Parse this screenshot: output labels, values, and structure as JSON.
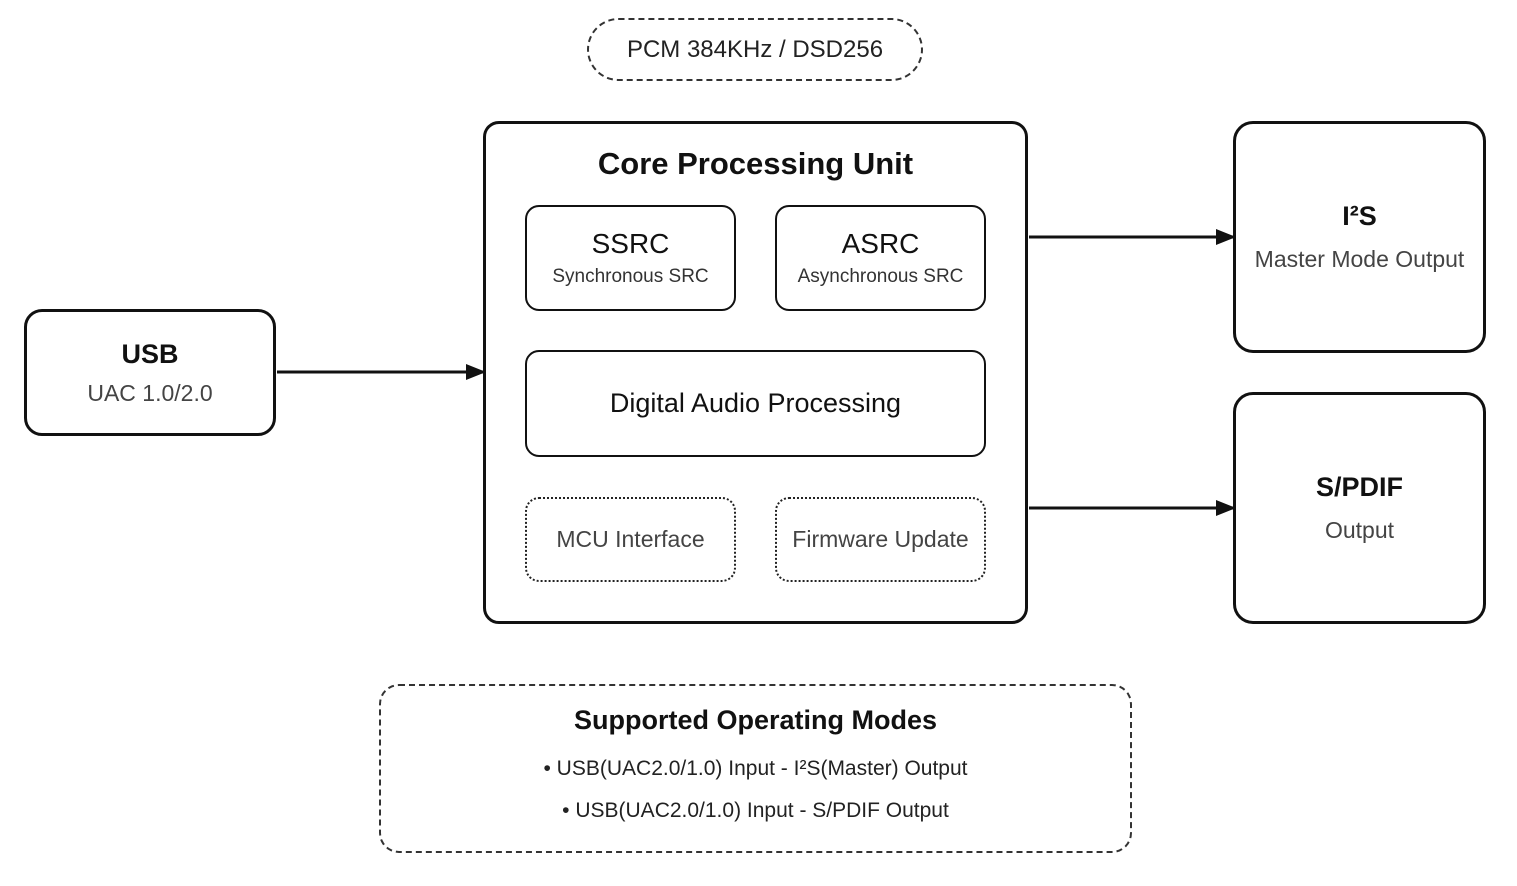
{
  "frequency_badge": "PCM 384KHz / DSD256",
  "usb": {
    "title": "USB",
    "subtitle": "UAC 1.0/2.0"
  },
  "core": {
    "title": "Core Processing Unit",
    "ssrc": {
      "title": "SSRC",
      "subtitle": "Synchronous SRC"
    },
    "asrc": {
      "title": "ASRC",
      "subtitle": "Asynchronous SRC"
    },
    "dap": {
      "label": "Digital Audio Processing"
    },
    "mcu": {
      "label": "MCU Interface"
    },
    "firmware": {
      "label": "Firmware Update"
    }
  },
  "outputs": {
    "i2s": {
      "title": "I²S",
      "subtitle": "Master Mode Output"
    },
    "spdif": {
      "title": "S/PDIF",
      "subtitle": "Output"
    }
  },
  "modes": {
    "title": "Supported Operating Modes",
    "items": [
      "• USB(UAC2.0/1.0) Input - I²S(Master) Output",
      "• USB(UAC2.0/1.0) Input - S/PDIF Output"
    ]
  }
}
